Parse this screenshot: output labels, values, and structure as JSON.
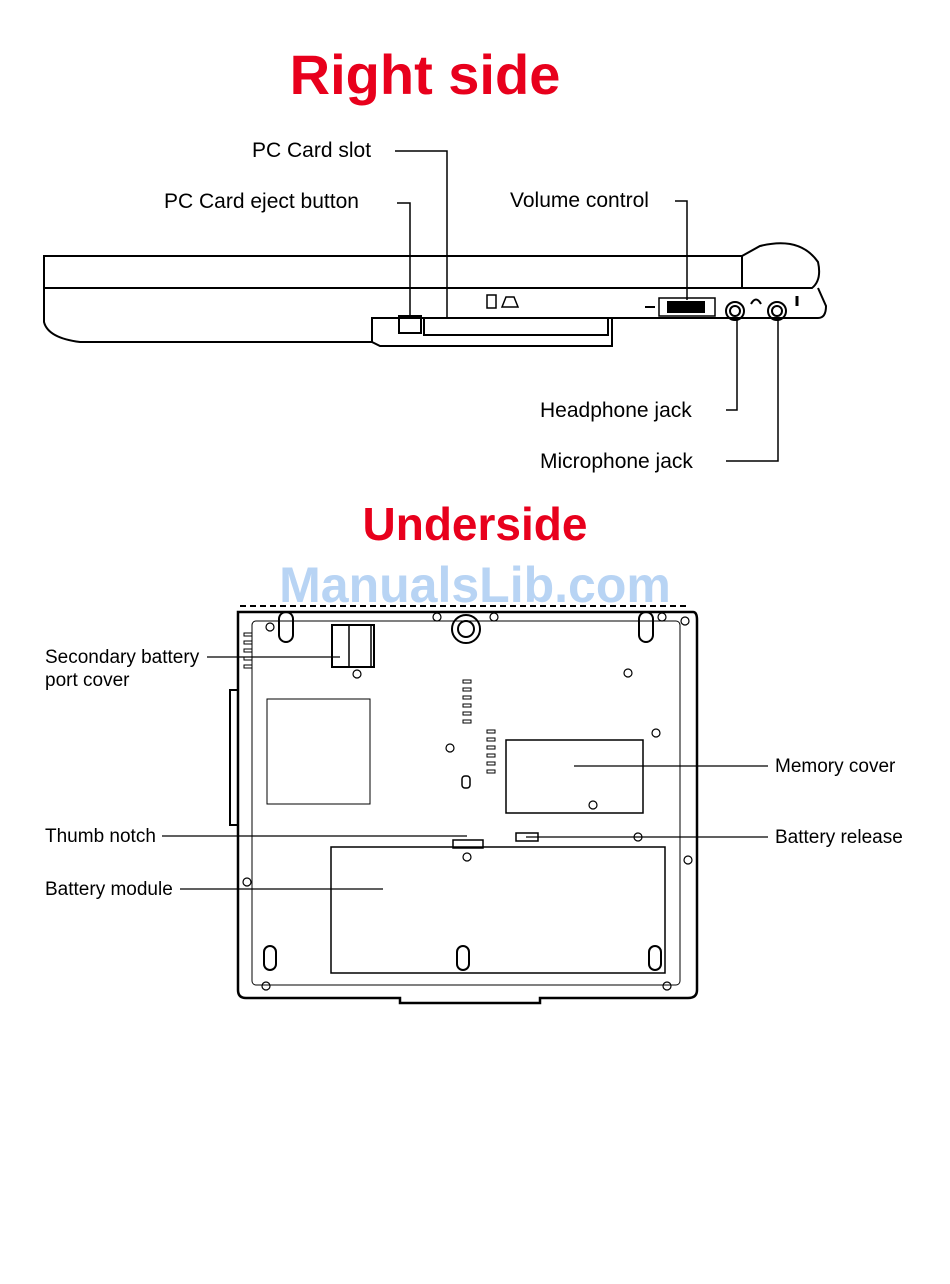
{
  "titles": {
    "right_side": "Right side",
    "underside": "Underside"
  },
  "watermark": "ManualsLib.com",
  "colors": {
    "title": "#e8001c",
    "watermark": "#b8d4f4",
    "line": "#000000"
  },
  "right_side_callouts": {
    "pc_card_slot": "PC Card slot",
    "pc_card_eject_button": "PC Card eject button",
    "volume_control": "Volume control",
    "headphone_jack": "Headphone jack",
    "microphone_jack": "Microphone jack"
  },
  "underside_callouts": {
    "secondary_battery_port_cover": [
      "Secondary battery",
      "port cover"
    ],
    "thumb_notch": "Thumb notch",
    "battery_module": "Battery module",
    "memory_cover": "Memory cover",
    "battery_release": "Battery release"
  }
}
